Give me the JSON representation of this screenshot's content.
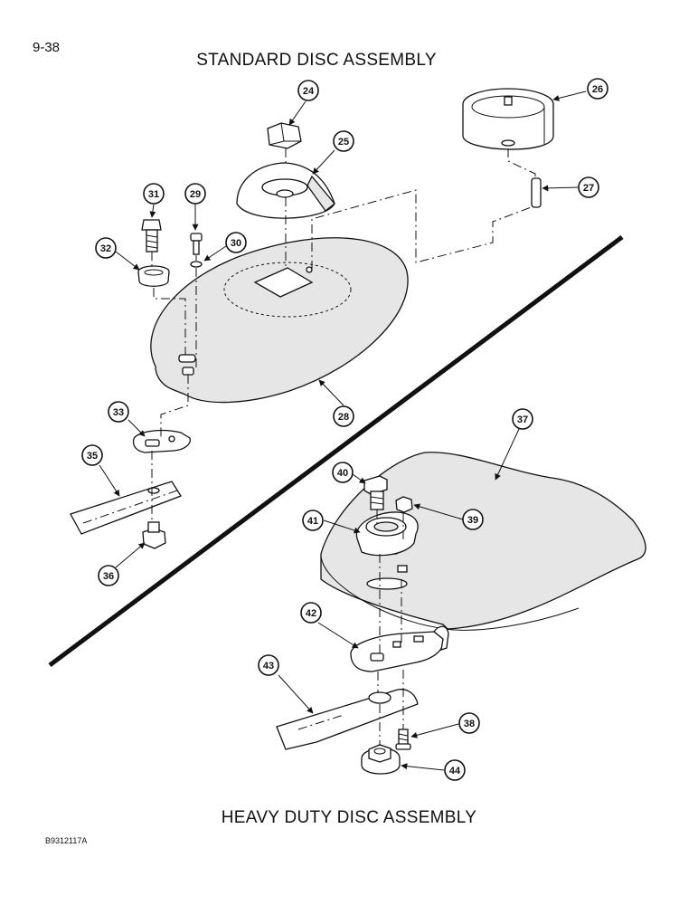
{
  "page_number": "9-38",
  "title_top": "STANDARD DISC ASSEMBLY",
  "title_bottom": "HEAVY DUTY DISC ASSEMBLY",
  "reference_code": "B9312117A",
  "callouts": [
    "24",
    "25",
    "26",
    "27",
    "28",
    "29",
    "30",
    "31",
    "32",
    "33",
    "35",
    "36",
    "37",
    "38",
    "39",
    "40",
    "41",
    "42",
    "43",
    "44"
  ]
}
